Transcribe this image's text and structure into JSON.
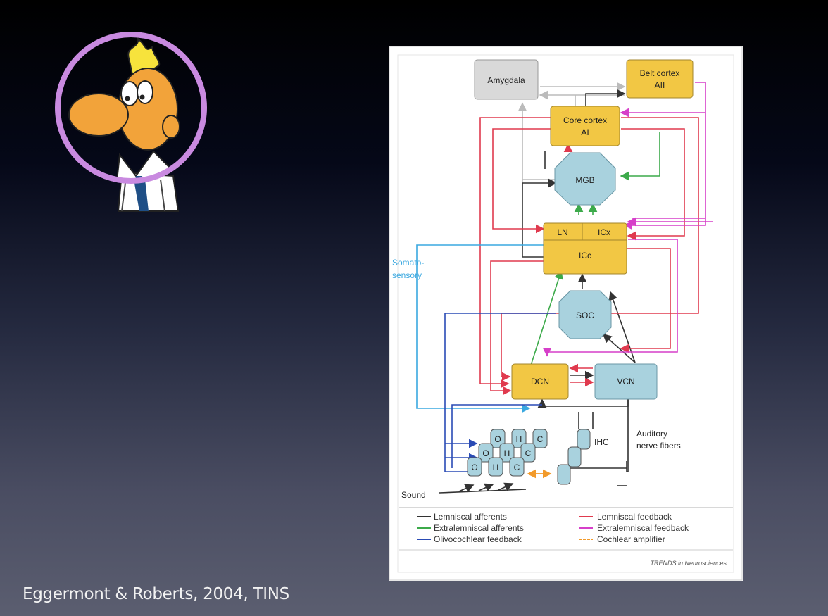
{
  "slide": {
    "citation": "Eggermont & Roberts, 2004, TINS"
  },
  "diagram": {
    "nodes": {
      "amygdala": "Amygdala",
      "belt_line1": "Belt cortex",
      "belt_line2": "AII",
      "core_line1": "Core cortex",
      "core_line2": "AI",
      "mgb": "MGB",
      "ln": "LN",
      "icx": "ICx",
      "icc": "ICc",
      "soc": "SOC",
      "dcn": "DCN",
      "vcn": "VCN",
      "ihc": "IHC",
      "ohc_o": "O",
      "ohc_h": "H",
      "ohc_c": "C"
    },
    "labels": {
      "somato_line1": "Somato-",
      "somato_line2": "sensory",
      "auditory_line1": "Auditory",
      "auditory_line2": "nerve fibers",
      "sound": "Sound",
      "journal": "TRENDS in Neurosciences"
    },
    "legend": [
      {
        "label": "Lemniscal afferents",
        "color": "#333333"
      },
      {
        "label": "Extralemniscal afferents",
        "color": "#3caa4a"
      },
      {
        "label": "Olivocochlear feedback",
        "color": "#2a4bb5"
      },
      {
        "label": "Lemniscal feedback",
        "color": "#e03a4e"
      },
      {
        "label": "Extralemniscal feedback",
        "color": "#d63fc9"
      },
      {
        "label": "Cochlear amplifier",
        "color": "#f29a2a"
      }
    ],
    "colors": {
      "somatosensory": "#3aa8e0",
      "cortex_fill": "#f2c744",
      "brainstem_fill": "#a9d2de",
      "amygdala_fill": "#d9d9d9"
    }
  }
}
